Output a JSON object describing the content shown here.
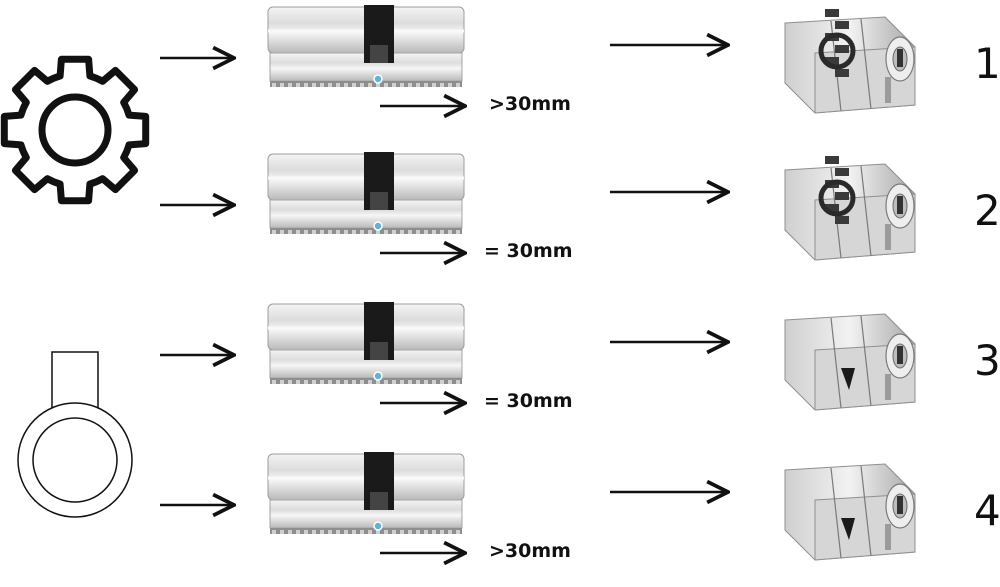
{
  "rows": [
    {
      "number": "1",
      "measurement": ">30mm",
      "variant": "gear-cam"
    },
    {
      "number": "2",
      "measurement": "= 30mm",
      "variant": "gear-cam"
    },
    {
      "number": "3",
      "measurement": "= 30mm",
      "variant": "standard-cam"
    },
    {
      "number": "4",
      "measurement": ">30mm",
      "variant": "standard-cam"
    }
  ],
  "icons": {
    "top": "gear-icon",
    "bottom": "standard-cam-icon"
  },
  "colors": {
    "line": "#111111",
    "metal_light": "#e8e8e8",
    "metal_dark": "#9a9a9a",
    "cam": "#1a1a1a",
    "accent_dot": "#5fb3d9"
  }
}
